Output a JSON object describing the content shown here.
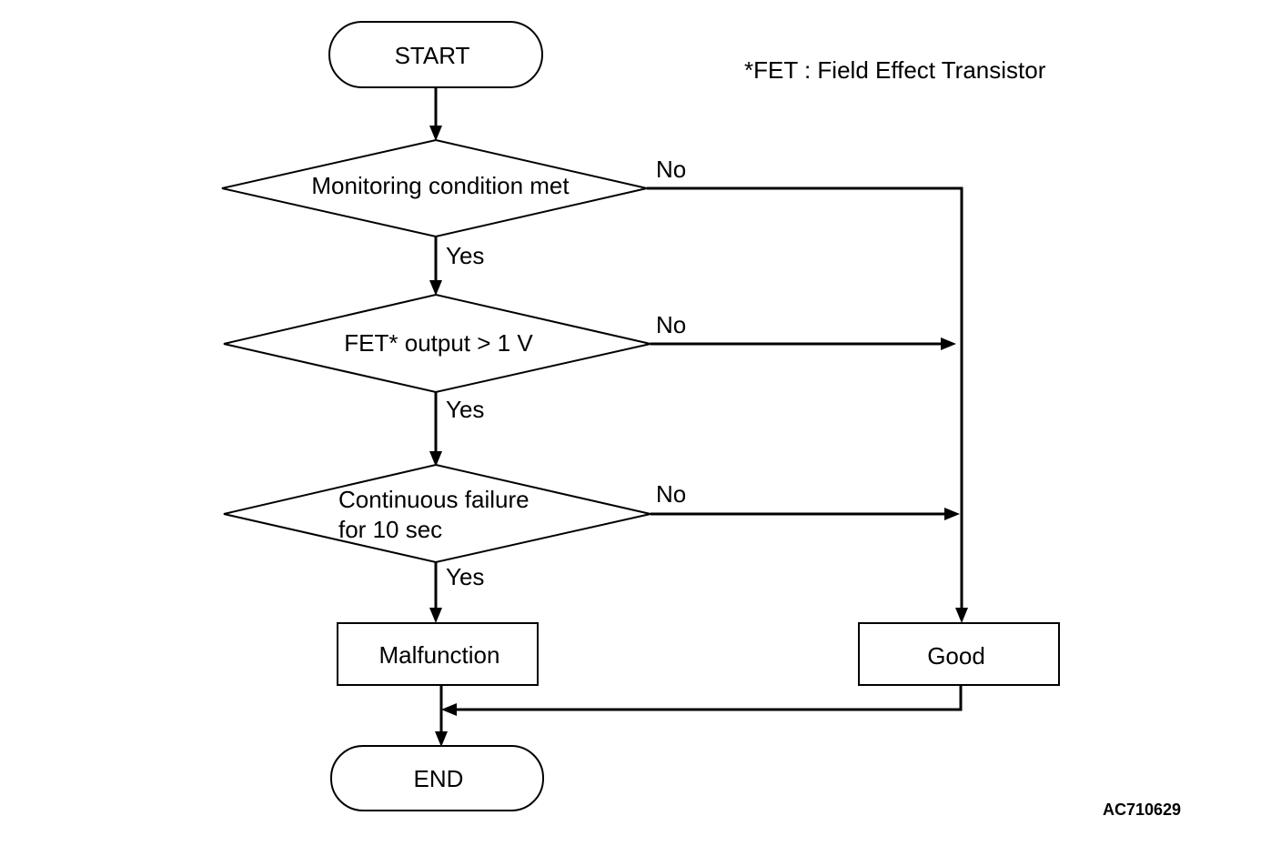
{
  "footnote": "*FET : Field Effect Transistor",
  "figure_code": "AC710629",
  "nodes": {
    "start": "START",
    "decision_monitoring": "Monitoring condition met",
    "decision_fet": "FET* output > 1 V",
    "decision_continuous_line1": "Continuous failure",
    "decision_continuous_line2": "for 10 sec",
    "malfunction": "Malfunction",
    "good": "Good",
    "end": "END"
  },
  "edge_labels": {
    "monitoring_no": "No",
    "monitoring_yes": "Yes",
    "fet_no": "No",
    "fet_yes": "Yes",
    "continuous_no": "No",
    "continuous_yes": "Yes"
  }
}
